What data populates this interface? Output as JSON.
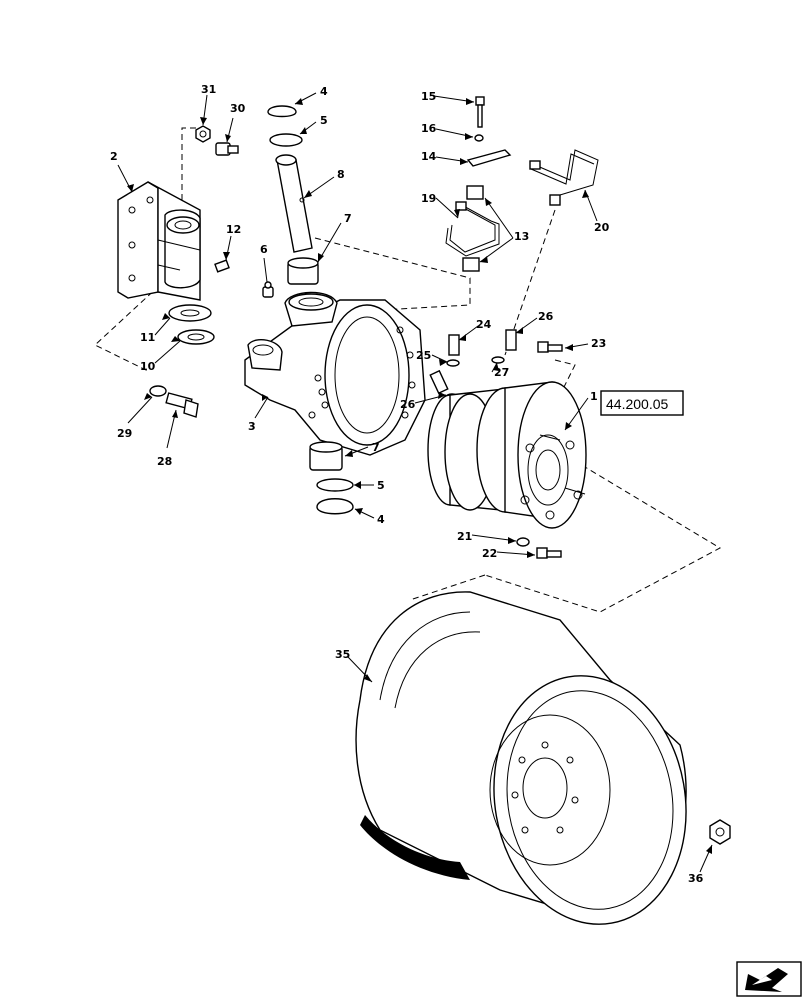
{
  "callouts": [
    {
      "id": "c31",
      "label": "31"
    },
    {
      "id": "c30",
      "label": "30"
    },
    {
      "id": "c4a",
      "label": "4"
    },
    {
      "id": "c5a",
      "label": "5"
    },
    {
      "id": "c8",
      "label": "8"
    },
    {
      "id": "c2",
      "label": "2"
    },
    {
      "id": "c12",
      "label": "12"
    },
    {
      "id": "c7a",
      "label": "7"
    },
    {
      "id": "c6",
      "label": "6"
    },
    {
      "id": "c11",
      "label": "11"
    },
    {
      "id": "c10",
      "label": "10"
    },
    {
      "id": "c3",
      "label": "3"
    },
    {
      "id": "c29",
      "label": "29"
    },
    {
      "id": "c28",
      "label": "28"
    },
    {
      "id": "c7b",
      "label": "7"
    },
    {
      "id": "c5b",
      "label": "5"
    },
    {
      "id": "c4b",
      "label": "4"
    },
    {
      "id": "c15",
      "label": "15"
    },
    {
      "id": "c16",
      "label": "16"
    },
    {
      "id": "c14",
      "label": "14"
    },
    {
      "id": "c19",
      "label": "19"
    },
    {
      "id": "c13",
      "label": "13"
    },
    {
      "id": "c20",
      "label": "20"
    },
    {
      "id": "c24",
      "label": "24"
    },
    {
      "id": "c26a",
      "label": "26"
    },
    {
      "id": "c23",
      "label": "23"
    },
    {
      "id": "c25",
      "label": "25"
    },
    {
      "id": "c27",
      "label": "27"
    },
    {
      "id": "c26b",
      "label": "26"
    },
    {
      "id": "c1",
      "label": "1"
    },
    {
      "id": "c21",
      "label": "21"
    },
    {
      "id": "c22",
      "label": "22"
    },
    {
      "id": "c35",
      "label": "35"
    },
    {
      "id": "c36",
      "label": "36"
    }
  ],
  "reference_box": {
    "label": "44.200.05"
  },
  "nav_icon": {
    "name": "arrow-nav-icon"
  }
}
